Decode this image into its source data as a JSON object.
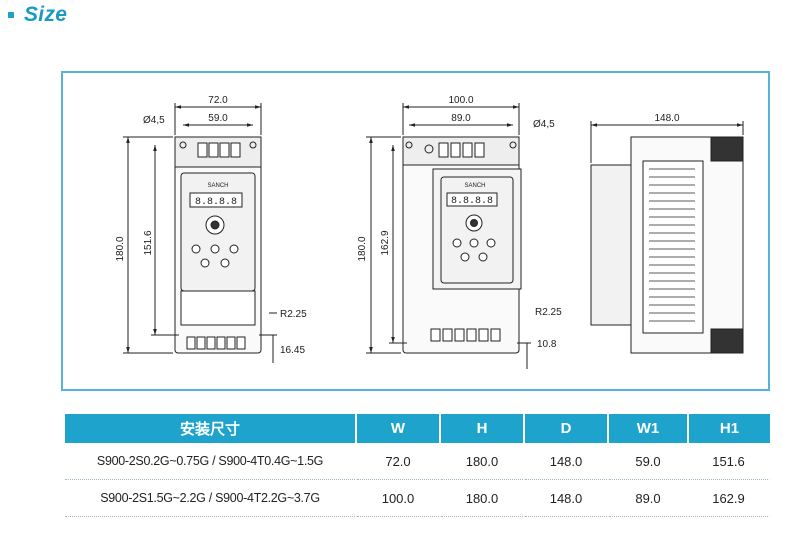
{
  "header": {
    "title": "Size"
  },
  "drawing": {
    "front_small": {
      "width_outer": "72.0",
      "width_holes": "59.0",
      "hole_dia": "Ø4,5",
      "height_outer": "180.0",
      "height_holes": "151.6",
      "radius": "R2.25",
      "bottom": "16.45",
      "brand": "SANCH",
      "display": "8.8.8.8"
    },
    "front_large": {
      "width_outer": "100.0",
      "width_holes": "89.0",
      "hole_dia": "Ø4,5",
      "height_outer": "180.0",
      "height_holes": "162.9",
      "radius": "R2.25",
      "bottom": "10.8",
      "brand": "SANCH",
      "display": "8.8.8.8"
    },
    "side": {
      "depth": "148.0"
    }
  },
  "table": {
    "headers": [
      "安装尺寸",
      "W",
      "H",
      "D",
      "W1",
      "H1"
    ],
    "rows": [
      [
        "S900-2S0.2G~0.75G / S900-4T0.4G~1.5G",
        "72.0",
        "180.0",
        "148.0",
        "59.0",
        "151.6"
      ],
      [
        "S900-2S1.5G~2.2G / S900-4T2.2G~3.7G",
        "100.0",
        "180.0",
        "148.0",
        "89.0",
        "162.9"
      ]
    ]
  },
  "colors": {
    "accent": "#1ea3cc",
    "frame": "#56b3d4",
    "title": "#1a98c6"
  }
}
